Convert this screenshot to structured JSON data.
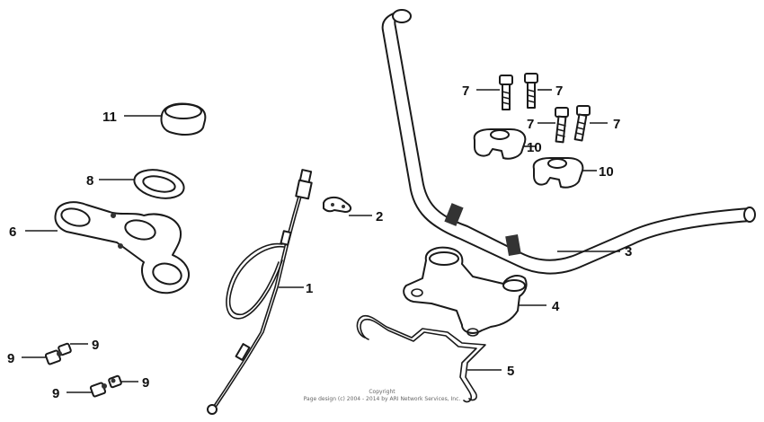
{
  "diagram": {
    "callouts": {
      "c1": "1",
      "c2": "2",
      "c3": "3",
      "c4": "4",
      "c5": "5",
      "c6": "6",
      "c7a": "7",
      "c7b": "7",
      "c7c": "7",
      "c7d": "7",
      "c8": "8",
      "c9a": "9",
      "c9b": "9",
      "c9c": "9",
      "c9d": "9",
      "c10a": "10",
      "c10b": "10",
      "c11": "11"
    },
    "copyright": {
      "line1": "Copyright",
      "line2": "Page design (c) 2004 - 2014 by ARI Network Services, Inc."
    }
  }
}
